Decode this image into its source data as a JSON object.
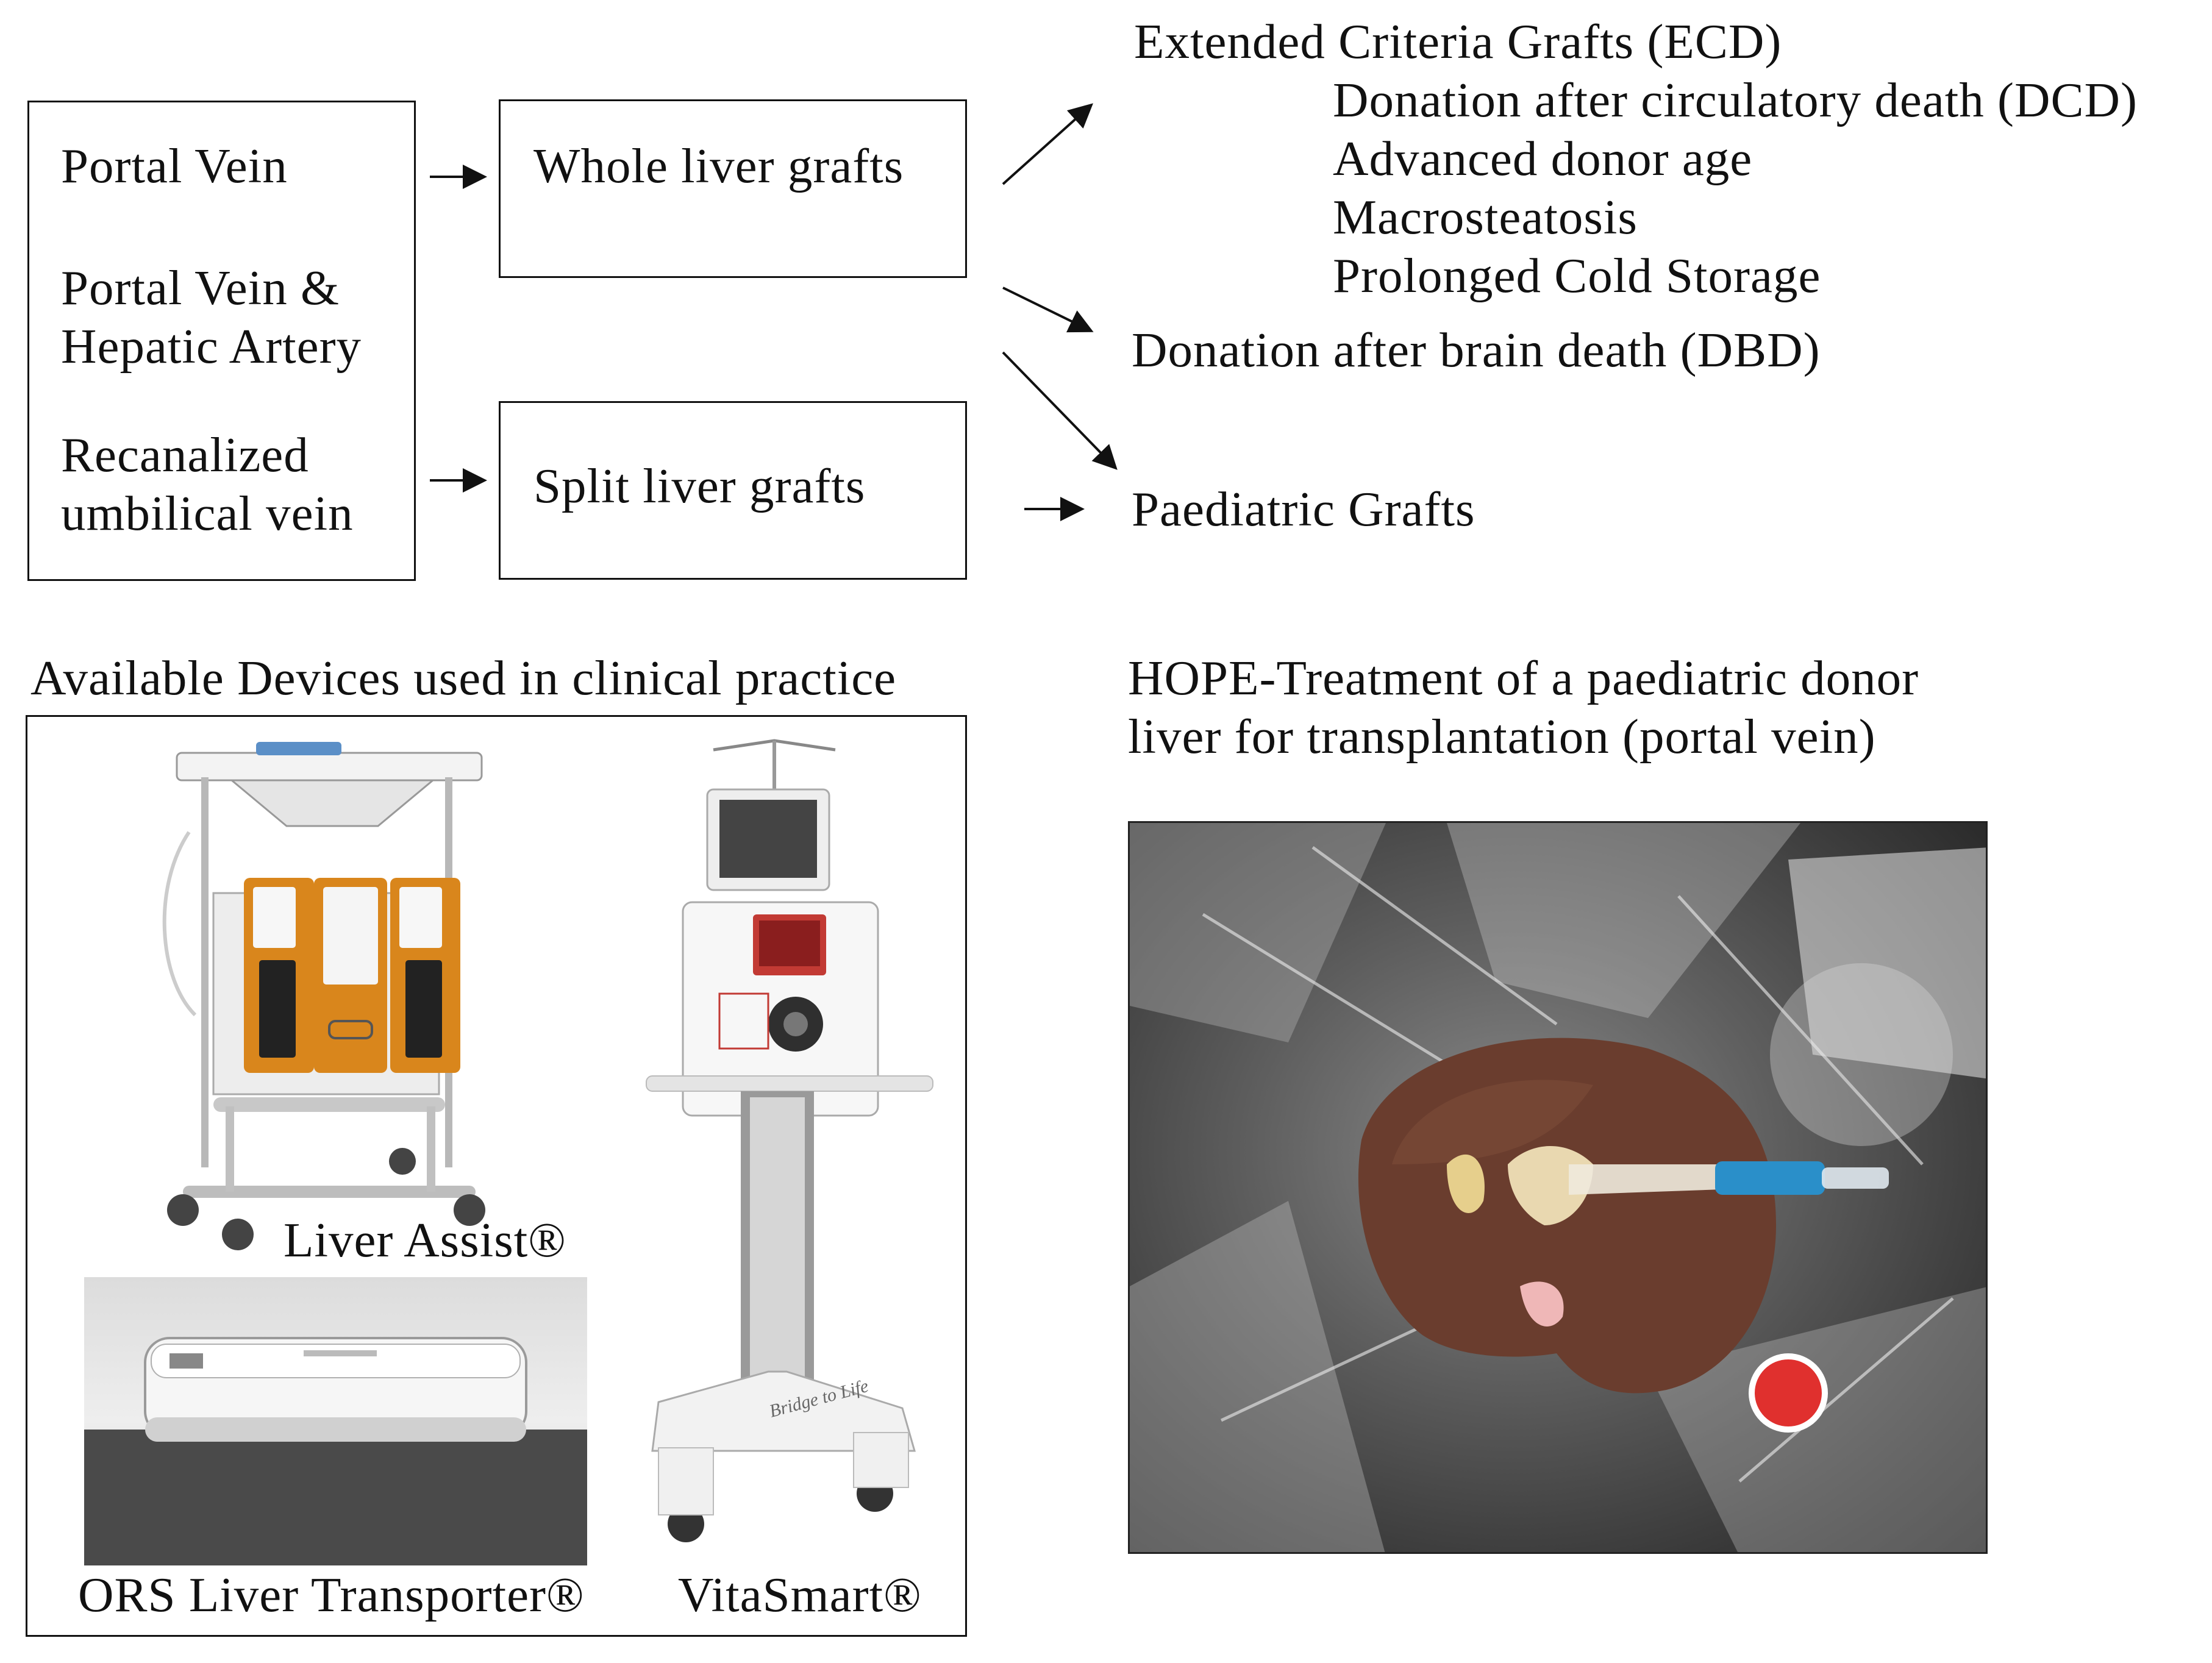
{
  "vessels": {
    "portal_vein": "Portal Vein",
    "portal_vein_hepatic_artery_line1": "Portal Vein &",
    "portal_vein_hepatic_artery_line2": "Hepatic Artery",
    "recanalized_line1": "Recanalized",
    "recanalized_line2": "umbilical vein"
  },
  "grafts": {
    "whole": "Whole liver grafts",
    "split": "Split liver grafts"
  },
  "outcomes": {
    "ecd_title": "Extended Criteria Grafts (ECD)",
    "ecd_items": [
      "Donation after circulatory death (DCD)",
      "Advanced donor age",
      "Macrosteatosis",
      "Prolonged Cold Storage"
    ],
    "dbd": "Donation after brain death (DBD)",
    "paediatric": "Paediatric Grafts"
  },
  "devices": {
    "heading": "Available Devices used in clinical practice",
    "liver_assist": "Liver Assist®",
    "ors": "ORS Liver Transporter®",
    "vitasmart": "VitaSmart®",
    "device_brand_marking": "Bridge to Life"
  },
  "hope": {
    "heading_line1": "HOPE-Treatment of a paediatric donor",
    "heading_line2": "liver for transplantation (portal vein)"
  },
  "colors": {
    "accent_orange": "#d9861c",
    "tube_blue": "#2a8fc9",
    "liver_brown": "#6a3d2e",
    "red_cap": "#e0302e"
  }
}
